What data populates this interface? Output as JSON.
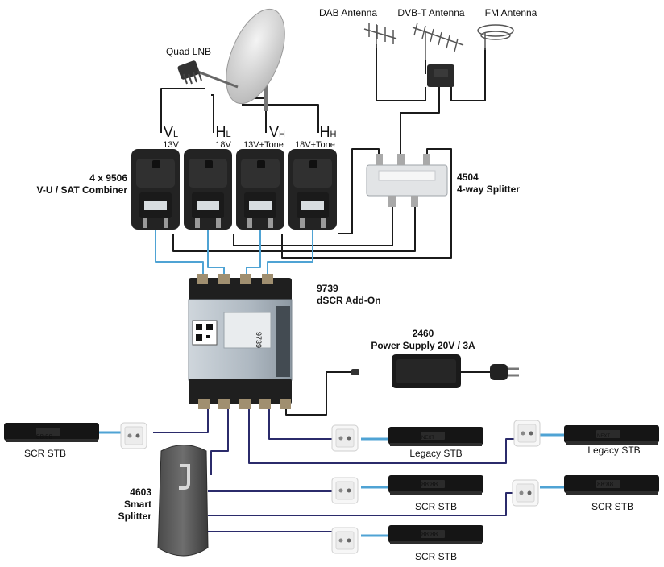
{
  "antennas": {
    "dab": "DAB Antenna",
    "dvbt": "DVB-T Antenna",
    "fm": "FM Antenna"
  },
  "lnb": {
    "label": "Quad LNB"
  },
  "combiners": {
    "model_line1": "4 x 9506",
    "model_line2": "V-U / SAT Combiner",
    "ports": [
      {
        "main": "V",
        "sub": "L",
        "voltage": "13V"
      },
      {
        "main": "H",
        "sub": "L",
        "voltage": "18V"
      },
      {
        "main": "V",
        "sub": "H",
        "voltage": "13V+Tone"
      },
      {
        "main": "H",
        "sub": "H",
        "voltage": "18V+Tone"
      }
    ]
  },
  "splitter4": {
    "model": "4504",
    "name": "4-way Splitter"
  },
  "dscr": {
    "model": "9739",
    "name": "dSCR Add-On",
    "side_text": "9739"
  },
  "power_supply": {
    "model": "2460",
    "name": "Power Supply 20V / 3A"
  },
  "smart_splitter": {
    "model": "4603",
    "line1": "Smart",
    "line2": "Splitter"
  },
  "stbs": {
    "scr_left": "SCR STB",
    "legacy_1": "Legacy STB",
    "legacy_2": "Legacy STB",
    "scr_mid": "SCR STB",
    "scr_right": "SCR STB",
    "scr_bottom": "SCR STB",
    "display_scr": "88:88",
    "display_legacy": "NEXT"
  },
  "colors": {
    "coax_black": "#1b1b1b",
    "coax_blue": "#4fa3d4",
    "coax_navy": "#2b2b6b",
    "device_dark": "#2a2a2a"
  }
}
